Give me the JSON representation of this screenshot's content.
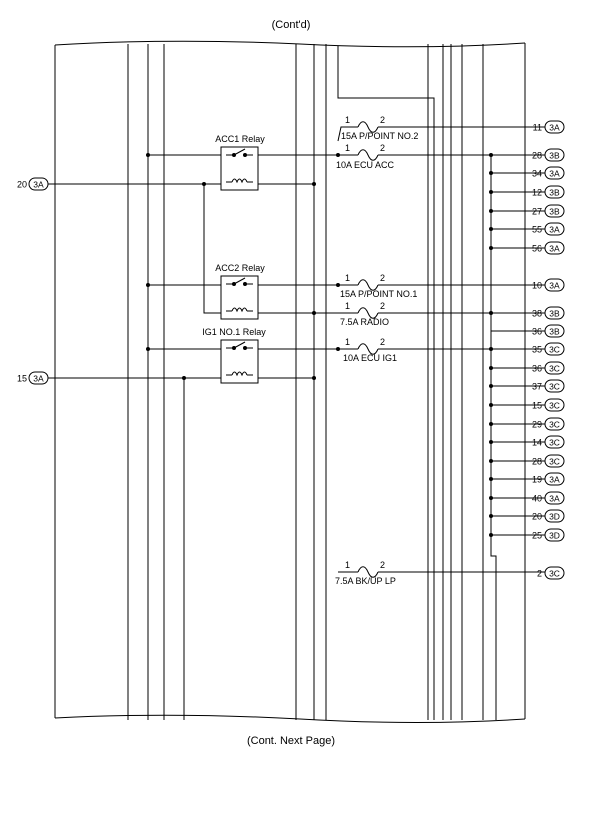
{
  "header": {
    "top_note": "(Cont'd)",
    "bottom_note": "(Cont. Next Page)"
  },
  "colors": {
    "line": "#000000",
    "background": "#ffffff"
  },
  "inputs": [
    {
      "pin": "20",
      "connector": "3A"
    },
    {
      "pin": "15",
      "connector": "3A"
    }
  ],
  "relays": [
    {
      "label": "ACC1 Relay"
    },
    {
      "label": "ACC2 Relay"
    },
    {
      "label": "IG1 NO.1 Relay"
    }
  ],
  "fuses": [
    {
      "label": "15A P/POINT NO.2",
      "pin_in": "1",
      "pin_out": "2"
    },
    {
      "label": "10A ECU ACC",
      "pin_in": "1",
      "pin_out": "2"
    },
    {
      "label": "15A P/POINT NO.1",
      "pin_in": "1",
      "pin_out": "2"
    },
    {
      "label": "7.5A RADIO",
      "pin_in": "1",
      "pin_out": "2"
    },
    {
      "label": "10A ECU IG1",
      "pin_in": "1",
      "pin_out": "2"
    },
    {
      "label": "7.5A BK/UP LP",
      "pin_in": "1",
      "pin_out": "2"
    }
  ],
  "outputs": [
    {
      "pin": "11",
      "connector": "3A"
    },
    {
      "pin": "28",
      "connector": "3B"
    },
    {
      "pin": "34",
      "connector": "3A"
    },
    {
      "pin": "12",
      "connector": "3B"
    },
    {
      "pin": "27",
      "connector": "3B"
    },
    {
      "pin": "55",
      "connector": "3A"
    },
    {
      "pin": "56",
      "connector": "3A"
    },
    {
      "pin": "10",
      "connector": "3A"
    },
    {
      "pin": "38",
      "connector": "3B"
    },
    {
      "pin": "36",
      "connector": "3B"
    },
    {
      "pin": "35",
      "connector": "3C"
    },
    {
      "pin": "36",
      "connector": "3C"
    },
    {
      "pin": "37",
      "connector": "3C"
    },
    {
      "pin": "15",
      "connector": "3C"
    },
    {
      "pin": "29",
      "connector": "3C"
    },
    {
      "pin": "14",
      "connector": "3C"
    },
    {
      "pin": "28",
      "connector": "3C"
    },
    {
      "pin": "19",
      "connector": "3A"
    },
    {
      "pin": "40",
      "connector": "3A"
    },
    {
      "pin": "20",
      "connector": "3D"
    },
    {
      "pin": "25",
      "connector": "3D"
    },
    {
      "pin": "2",
      "connector": "3C"
    }
  ]
}
